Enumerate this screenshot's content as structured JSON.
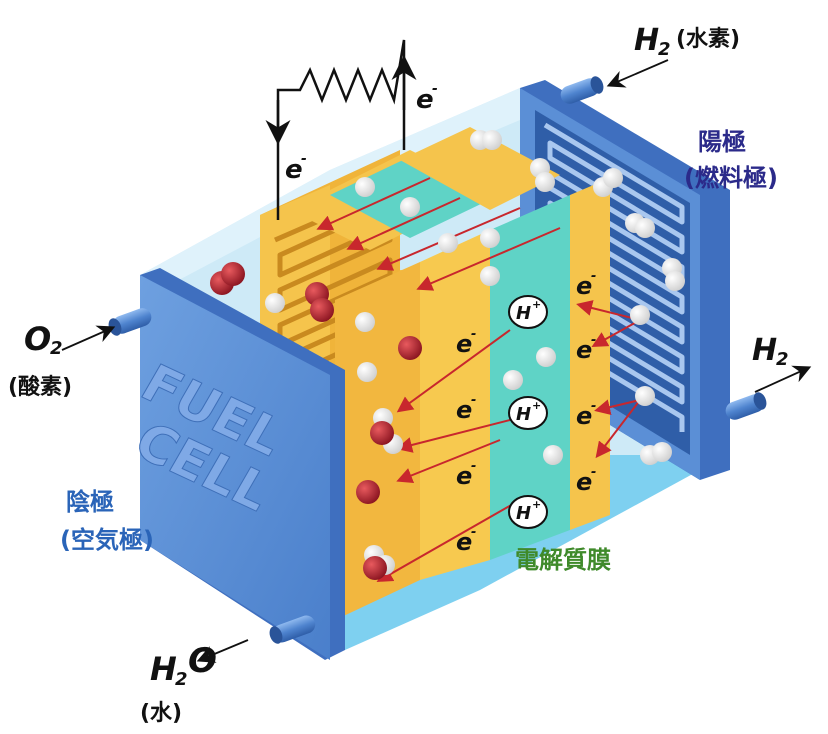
{
  "labels": {
    "anode": "陽極",
    "anode_sub": "(燃料極)",
    "cathode": "陰極",
    "cathode_sub": "(空気極)",
    "membrane": "電解質膜",
    "h2_in": "H",
    "h2_in_sub": "2",
    "h2_in_jp": "(水素)",
    "h2_out": "H",
    "h2_out_sub": "2",
    "o2": "O",
    "o2_sub": "2",
    "o2_jp": "(酸素)",
    "h2o_h": "H",
    "h2o_sub": "2",
    "h2o_o": "O",
    "h2o_jp": "(水)",
    "fuel": "FUEL",
    "cell": "CELL",
    "electron": "e",
    "electron_sup": "-",
    "proton": "H",
    "proton_sup": "+"
  },
  "colors": {
    "cathode_label": "#2a64b8",
    "anode_label": "#2b2a8a",
    "membrane_label": "#3f8a2a",
    "plate_blue": "#5b8fd6",
    "plate_dark": "#2f5ea8",
    "yellow": "#f5c44c",
    "teal": "#5fd3c6",
    "arrow_red": "#c8272d",
    "hydrogen": "#f2f2f2",
    "oxygen": "#b0202a"
  }
}
